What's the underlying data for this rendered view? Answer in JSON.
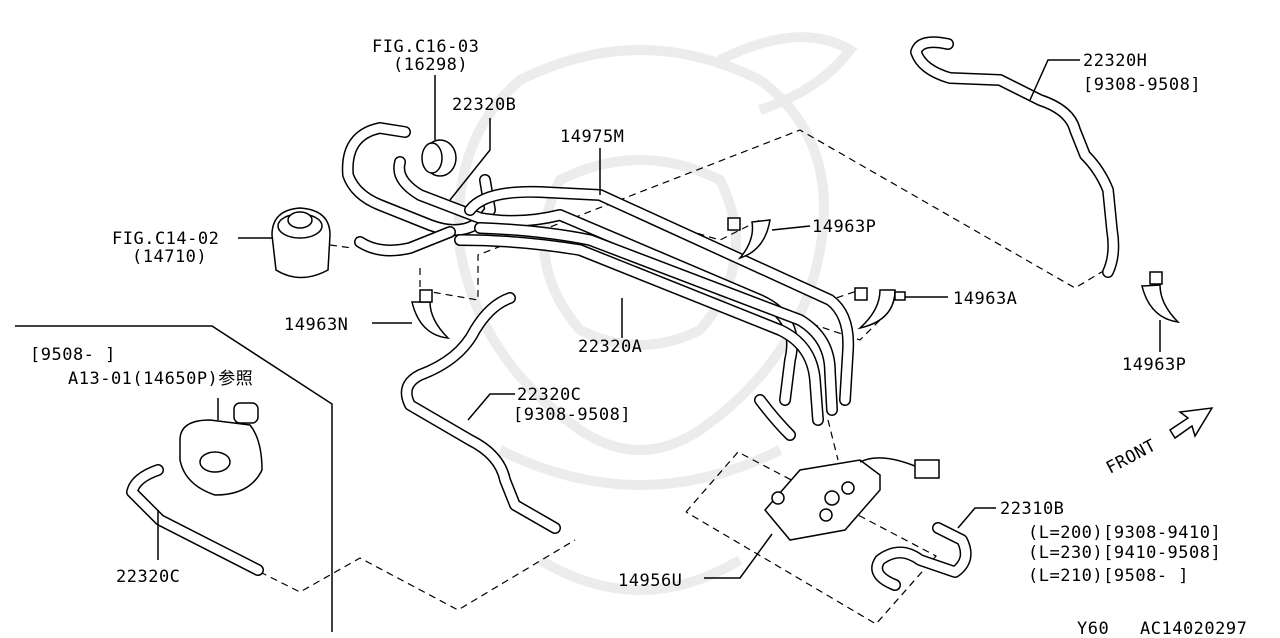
{
  "labels": {
    "fig_c16_03": "FIG.C16-03",
    "fig_c16_03_sub": "(16298)",
    "p22320b": "22320B",
    "p14975m": "14975M",
    "p22320h": "22320H",
    "p22320h_range": "[9308-9508]",
    "fig_c14_02": "FIG.C14-02",
    "fig_c14_02_sub": "(14710)",
    "p14963p_top": "14963P",
    "p14963a": "14963A",
    "p14963n": "14963N",
    "p22320a": "22320A",
    "p14963p_right": "14963P",
    "range_9508": "[9508-     ]",
    "ref_a13": "A13-01(14650P)参照",
    "p22320c_mid": "22320C",
    "p22320c_mid_range": "[9308-9508]",
    "front": "FRONT",
    "p22310b": "22310B",
    "l200": "(L=200)[9308-9410]",
    "l230": "(L=230)[9410-9508]",
    "l210": "(L=210)[9508-     ]",
    "p22320c_left": "22320C",
    "p14956u": "14956U",
    "footer_model": "Y60",
    "footer_code": "AC14020297"
  }
}
